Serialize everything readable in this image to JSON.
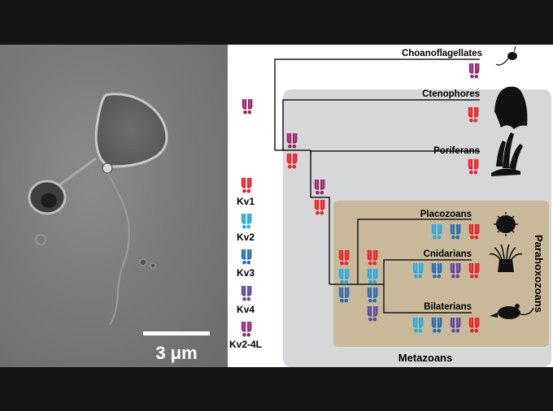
{
  "scale_bar": {
    "label": "3 μm"
  },
  "taxa": {
    "choanoflagellates": "Choanoflagellates",
    "ctenophores": "Ctenophores",
    "poriferans": "Poriferans",
    "placozoans": "Placozoans",
    "cnidarians": "Cnidarians",
    "bilaterians": "Bilaterians"
  },
  "groups": {
    "metazoans": "Metazoans",
    "parahoxozoans": "Parahoxozoans"
  },
  "legend": [
    {
      "label": "Kv1",
      "color": "#e8242c"
    },
    {
      "label": "Kv2",
      "color": "#29a9df"
    },
    {
      "label": "Kv3",
      "color": "#2a6fb0"
    },
    {
      "label": "Kv4",
      "color": "#5f4b9e"
    },
    {
      "label": "Kv2-4L",
      "color": "#9c2a6e"
    }
  ],
  "colors": {
    "metazoa_panel": "#d6d7d9",
    "parahoxozoa_panel": "#c8b99a",
    "tree_line": "#1a1a1a"
  }
}
